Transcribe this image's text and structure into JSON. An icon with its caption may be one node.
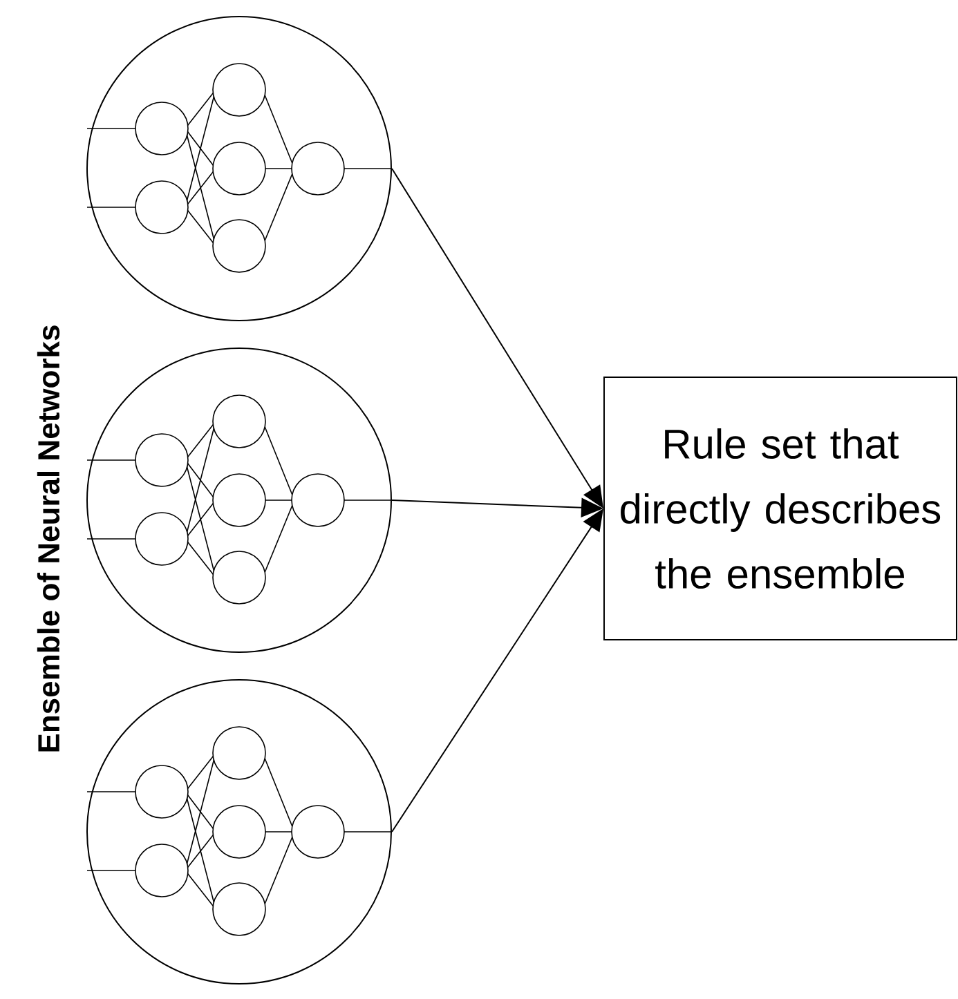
{
  "diagram": {
    "nodes": [
      {
        "text": [],
        "shape": "circle"
      },
      {
        "text": [],
        "shape": "circle"
      },
      {
        "text": [],
        "shape": "circle"
      },
      {
        "text": [
          "Rule set that directly describes the ensemble"
        ]
      }
    ],
    "edges": [
      {
        "from": 0,
        "to": 3,
        "arrow": "to"
      },
      {
        "from": 1,
        "to": 3,
        "arrow": "to"
      },
      {
        "from": 2,
        "to": 3,
        "arrow": "to"
      }
    ],
    "labels": [
      "Ensemble of Neural Networks"
    ]
  }
}
